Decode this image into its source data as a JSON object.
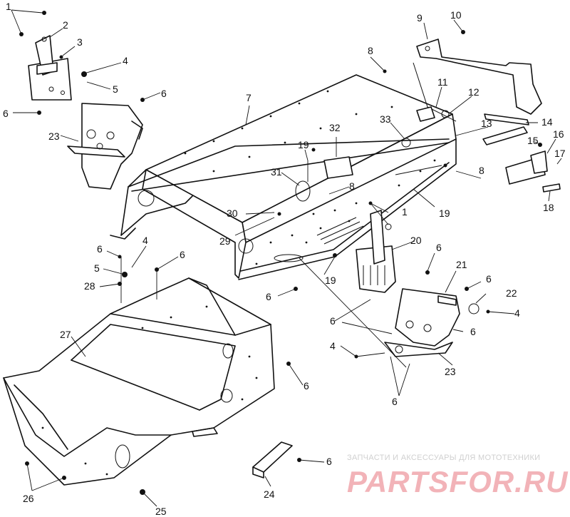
{
  "diagram": {
    "callouts": [
      "1",
      "2",
      "3",
      "4",
      "5",
      "6",
      "7",
      "8",
      "9",
      "10",
      "11",
      "12",
      "13",
      "14",
      "15",
      "16",
      "17",
      "18",
      "19",
      "20",
      "21",
      "22",
      "23",
      "24",
      "25",
      "26",
      "27",
      "28",
      "29",
      "30",
      "31",
      "32",
      "33"
    ]
  },
  "watermark": {
    "tagline": "ЗАПЧАСТИ И АКСЕССУАРЫ ДЛЯ МОТОТЕХНИКИ",
    "logo": "PARTSFOR.RU",
    "color": "#e8545f"
  }
}
